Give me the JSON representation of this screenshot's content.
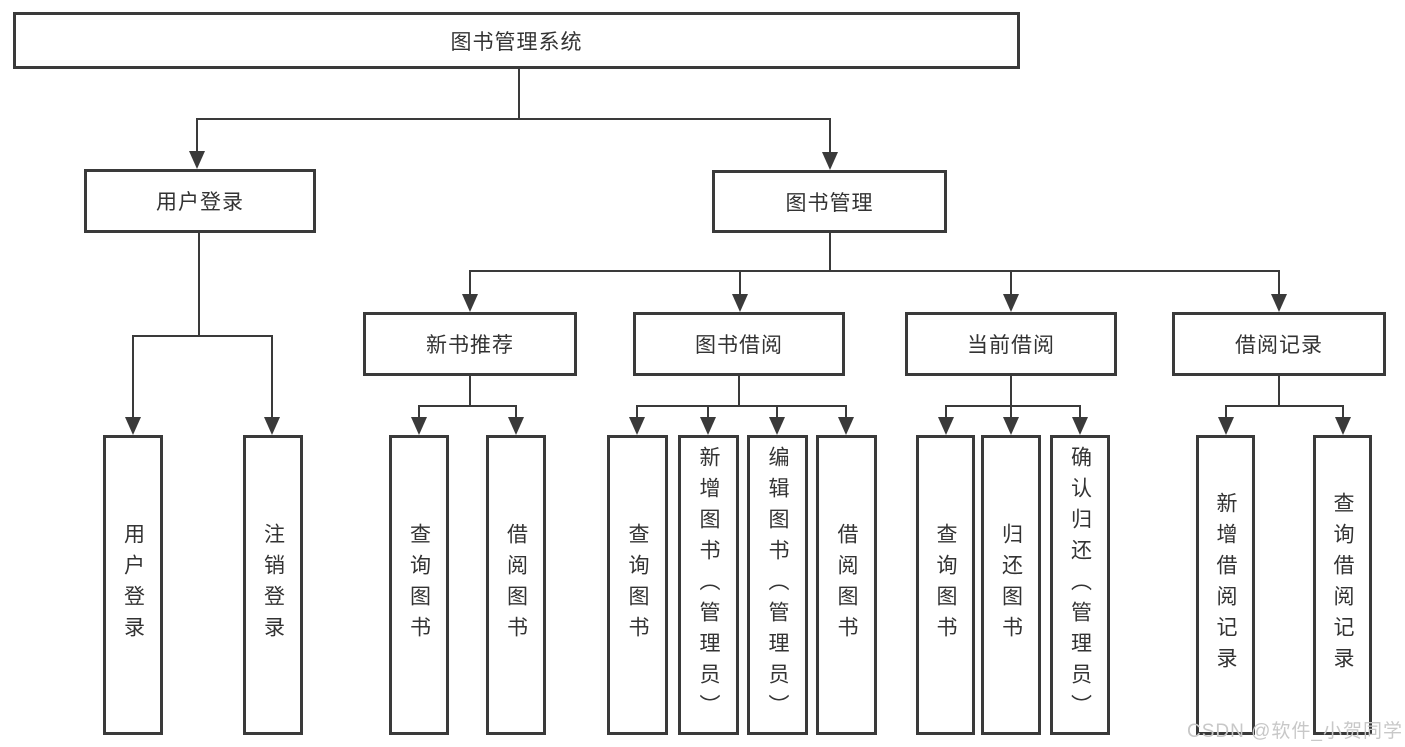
{
  "diagram_type": "functional-structure-tree",
  "tree": {
    "label": "图书管理系统",
    "children": [
      {
        "label": "用户登录",
        "children": [
          {
            "label": "用户登录"
          },
          {
            "label": "注销登录"
          }
        ]
      },
      {
        "label": "图书管理",
        "children": [
          {
            "label": "新书推荐",
            "children": [
              {
                "label": "查询图书"
              },
              {
                "label": "借阅图书"
              }
            ]
          },
          {
            "label": "图书借阅",
            "children": [
              {
                "label": "查询图书"
              },
              {
                "label": "新增图书（管理员）"
              },
              {
                "label": "编辑图书（管理员）"
              },
              {
                "label": "借阅图书"
              }
            ]
          },
          {
            "label": "当前借阅",
            "children": [
              {
                "label": "查询图书"
              },
              {
                "label": "归还图书"
              },
              {
                "label": "确认归还（管理员）"
              }
            ]
          },
          {
            "label": "借阅记录",
            "children": [
              {
                "label": "新增借阅记录"
              },
              {
                "label": "查询借阅记录"
              }
            ]
          }
        ]
      }
    ]
  },
  "watermark": "CSDN @软件_小贺同学",
  "colors": {
    "line": "#3a3a3a",
    "box_border": "#3a3a3a",
    "node_text": "#333333",
    "background": "#ffffff",
    "watermark": "#c8c8c8"
  }
}
